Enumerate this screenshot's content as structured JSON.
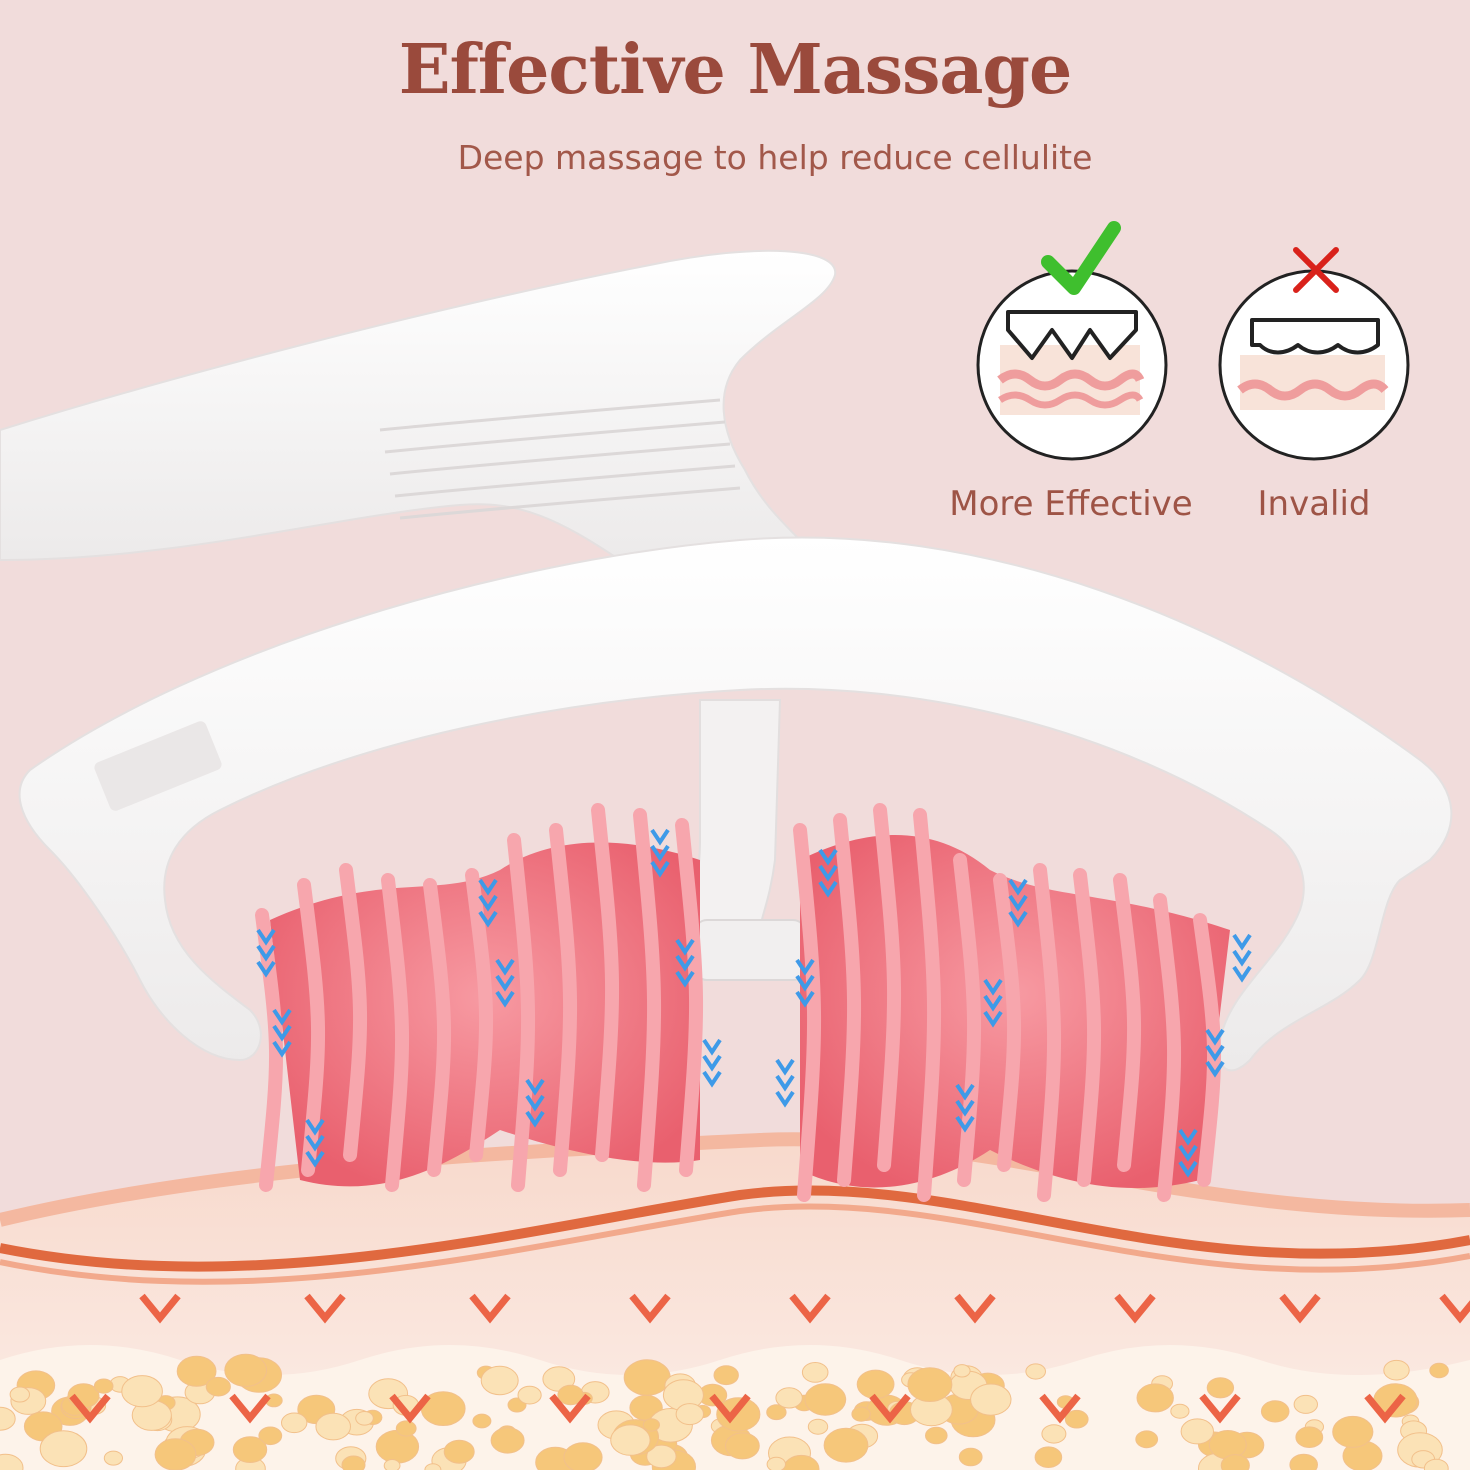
{
  "header": {
    "title": "Effective Massage",
    "subtitle": "Deep massage to help reduce cellulite"
  },
  "comparison": [
    {
      "label": "More Effective",
      "mark": "check-icon",
      "mark_color": "#3fbf2e"
    },
    {
      "label": "Invalid",
      "mark": "cross-icon",
      "mark_color": "#d9221b"
    }
  ],
  "colors": {
    "background": "#f1dcdb",
    "headline": "#9a4a3c",
    "roller": "#f0848e",
    "arrow_blue": "#3e9ae8",
    "skin_line": "#e0693f"
  }
}
